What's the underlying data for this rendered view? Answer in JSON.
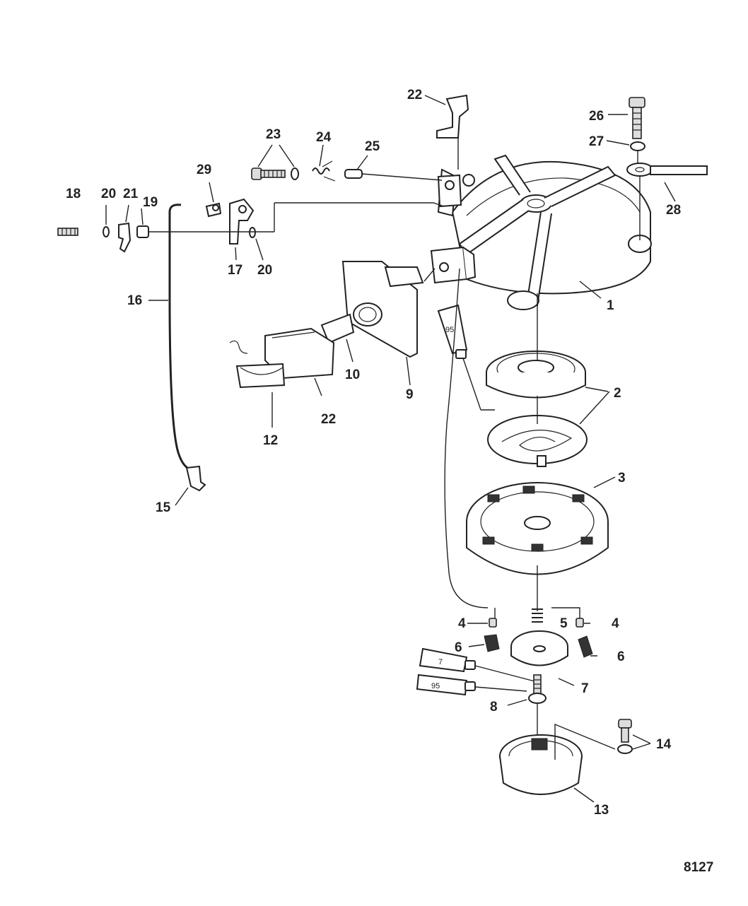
{
  "callouts": [
    {
      "id": "c1",
      "text": "1"
    },
    {
      "id": "c2",
      "text": "2"
    },
    {
      "id": "c3",
      "text": "3"
    },
    {
      "id": "c4a",
      "text": "4"
    },
    {
      "id": "c4b",
      "text": "4"
    },
    {
      "id": "c5",
      "text": "5"
    },
    {
      "id": "c6a",
      "text": "6"
    },
    {
      "id": "c6b",
      "text": "6"
    },
    {
      "id": "c7",
      "text": "7"
    },
    {
      "id": "c8",
      "text": "8"
    },
    {
      "id": "c9",
      "text": "9"
    },
    {
      "id": "c10",
      "text": "10"
    },
    {
      "id": "c12",
      "text": "12"
    },
    {
      "id": "c13",
      "text": "13"
    },
    {
      "id": "c14",
      "text": "14"
    },
    {
      "id": "c15",
      "text": "15"
    },
    {
      "id": "c16",
      "text": "16"
    },
    {
      "id": "c17",
      "text": "17"
    },
    {
      "id": "c18",
      "text": "18"
    },
    {
      "id": "c19",
      "text": "19"
    },
    {
      "id": "c20a",
      "text": "20"
    },
    {
      "id": "c20b",
      "text": "20"
    },
    {
      "id": "c21",
      "text": "21"
    },
    {
      "id": "c22a",
      "text": "22"
    },
    {
      "id": "c22b",
      "text": "22"
    },
    {
      "id": "c23",
      "text": "23"
    },
    {
      "id": "c24",
      "text": "24"
    },
    {
      "id": "c25",
      "text": "25"
    },
    {
      "id": "c26",
      "text": "26"
    },
    {
      "id": "c27",
      "text": "27"
    },
    {
      "id": "c28",
      "text": "28"
    },
    {
      "id": "c29",
      "text": "29"
    }
  ],
  "tubes": {
    "t95_top": "95",
    "t7": "7",
    "t95_bottom": "95"
  },
  "figure_number": "8127"
}
